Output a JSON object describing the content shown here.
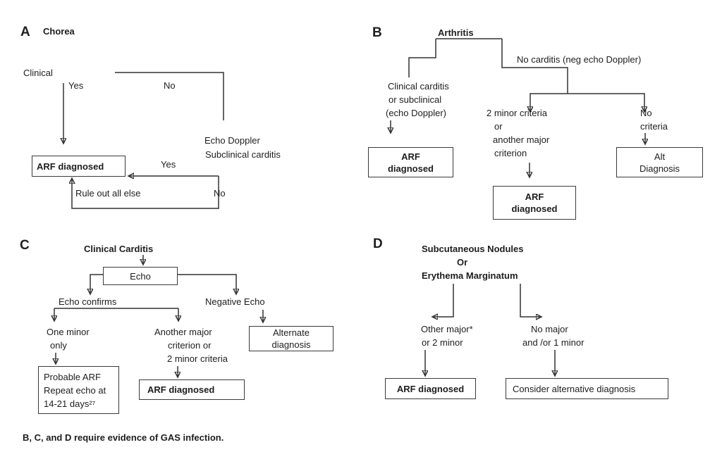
{
  "panel_a": {
    "label": "A",
    "title": "Chorea",
    "clinical_label": "Clinical",
    "yes1_label": "Yes",
    "no1_label": "No",
    "echo_doppler_line1": "Echo Doppler",
    "echo_doppler_line2": "Subclinical carditis",
    "arf_diagnosed_box": "ARF diagnosed",
    "yes2_label": "Yes",
    "no2_label": "No",
    "rule_out_label": "Rule out all else"
  },
  "panel_b": {
    "label": "B",
    "title": "Arthritis",
    "no_carditis_label": "No carditis (neg echo Doppler)",
    "clinical_carditis_lines": [
      "Clinical carditis",
      "or subclinical",
      "(echo Doppler)"
    ],
    "arf_box1_lines": [
      "ARF",
      "diagnosed"
    ],
    "mid_criteria_lines": [
      "2 minor criteria",
      "or",
      "another major",
      "criterion"
    ],
    "arf_box2_lines": [
      "ARF",
      "diagnosed"
    ],
    "no_criteria_lines": [
      "No",
      "criteria"
    ],
    "alt_box_lines": [
      "Alt",
      "Diagnosis"
    ]
  },
  "panel_c": {
    "label": "C",
    "title": "Clinical Carditis",
    "echo_box": "Echo",
    "echo_confirms_label": "Echo confirms",
    "negative_echo_label": "Negative Echo",
    "one_minor_lines": [
      "One minor",
      "only"
    ],
    "another_major_lines": [
      "Another major",
      "criterion or",
      "2 minor criteria"
    ],
    "probable_box_lines": [
      "Probable ARF",
      "Repeat echo at",
      "14-21 days²⁷"
    ],
    "arf_diagnosed_box": "ARF diagnosed",
    "alternate_box_lines": [
      "Alternate",
      "diagnosis"
    ]
  },
  "panel_d": {
    "label": "D",
    "title_lines": [
      "Subcutaneous Nodules",
      "Or",
      "Erythema Marginatum"
    ],
    "other_major_lines": [
      "Other major*",
      "or 2 minor"
    ],
    "no_major_lines": [
      "No major",
      "and /or 1 minor"
    ],
    "arf_diagnosed_box": "ARF diagnosed",
    "consider_box": "Consider alternative diagnosis"
  },
  "footer": {
    "note": "B, C, and D require evidence of GAS infection."
  }
}
